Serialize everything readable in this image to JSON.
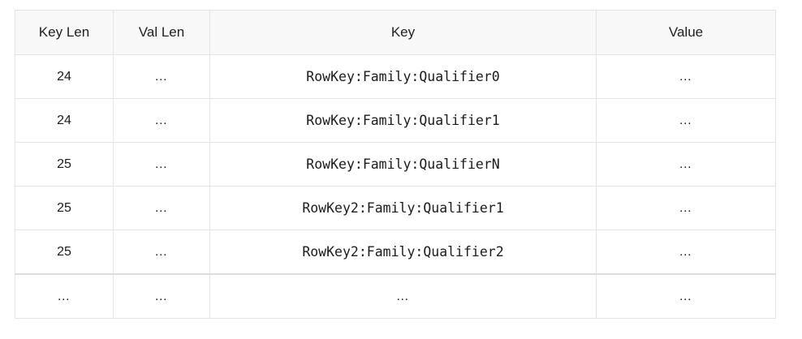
{
  "table": {
    "name": "hfile-key-value-table",
    "columns": [
      {
        "id": "key_len",
        "label": "Key Len"
      },
      {
        "id": "val_len",
        "label": "Val Len"
      },
      {
        "id": "key",
        "label": "Key"
      },
      {
        "id": "value",
        "label": "Value"
      }
    ],
    "rows": [
      {
        "key_len": "24",
        "val_len": "…",
        "key": "RowKey:Family:Qualifier0",
        "value": "…",
        "continuation": false
      },
      {
        "key_len": "24",
        "val_len": "…",
        "key": "RowKey:Family:Qualifier1",
        "value": "…",
        "continuation": false
      },
      {
        "key_len": "25",
        "val_len": "…",
        "key": "RowKey:Family:QualifierN",
        "value": "…",
        "continuation": false
      },
      {
        "key_len": "25",
        "val_len": "…",
        "key": "RowKey2:Family:Qualifier1",
        "value": "…",
        "continuation": false
      },
      {
        "key_len": "25",
        "val_len": "…",
        "key": "RowKey2:Family:Qualifier2",
        "value": "…",
        "continuation": false
      },
      {
        "key_len": "…",
        "val_len": "…",
        "key": "…",
        "value": "…",
        "continuation": true
      }
    ]
  },
  "colors": {
    "header_background": "#f8f8f8",
    "border": "#e4e4e4",
    "continuation_border": "#dcdcdc",
    "text": "#1b1b1b",
    "header_text": "#202020",
    "page_background": "#ffffff"
  }
}
